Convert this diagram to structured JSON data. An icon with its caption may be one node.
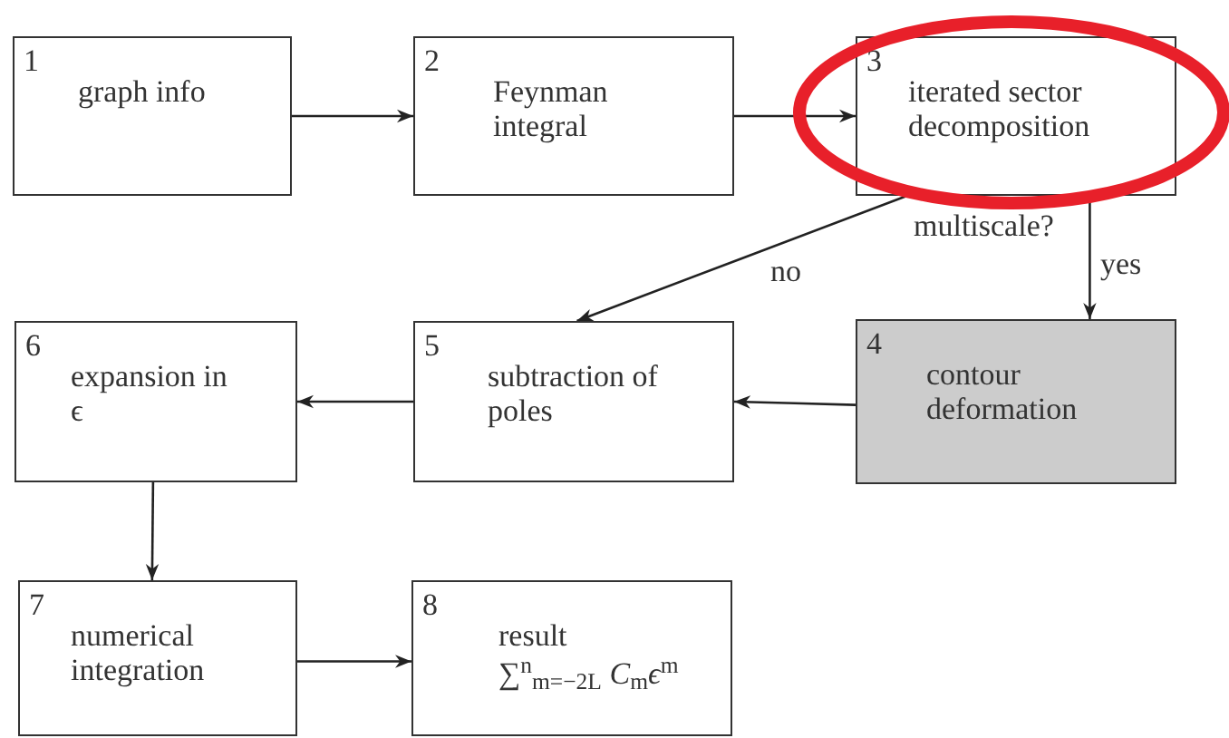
{
  "diagram": {
    "nodes": [
      {
        "text": [
          "1",
          "graph info"
        ]
      },
      {
        "text": [
          "2",
          "Feynman integral"
        ]
      },
      {
        "text": [
          "3",
          "iterated sector decomposition"
        ],
        "beside": [
          "multiscale?"
        ]
      },
      {
        "text": [
          "4",
          "contour deformation"
        ]
      },
      {
        "text": [
          "5",
          "subtraction of poles"
        ]
      },
      {
        "text": [
          "6",
          "expansion in ϵ"
        ]
      },
      {
        "text": [
          "7",
          "numerical integration"
        ]
      },
      {
        "text": [
          "8",
          "result",
          "∑$^{n}$$_{m=−2L}$ *C*$_{m}$*ϵ*$^{m}$"
        ]
      }
    ],
    "edges": [
      {
        "from": 0,
        "to": 1,
        "arrow": "to"
      },
      {
        "from": 1,
        "to": 2,
        "arrow": "to"
      },
      {
        "from": 2,
        "to": 3,
        "arrow": "to",
        "label": "yes"
      },
      {
        "from": 2,
        "to": 4,
        "arrow": "to",
        "label": "no"
      },
      {
        "from": 3,
        "to": 4,
        "arrow": "to"
      },
      {
        "from": 4,
        "to": 5,
        "arrow": "to"
      },
      {
        "from": 5,
        "to": 6,
        "arrow": "to"
      },
      {
        "from": 6,
        "to": 7,
        "arrow": "to"
      }
    ]
  }
}
